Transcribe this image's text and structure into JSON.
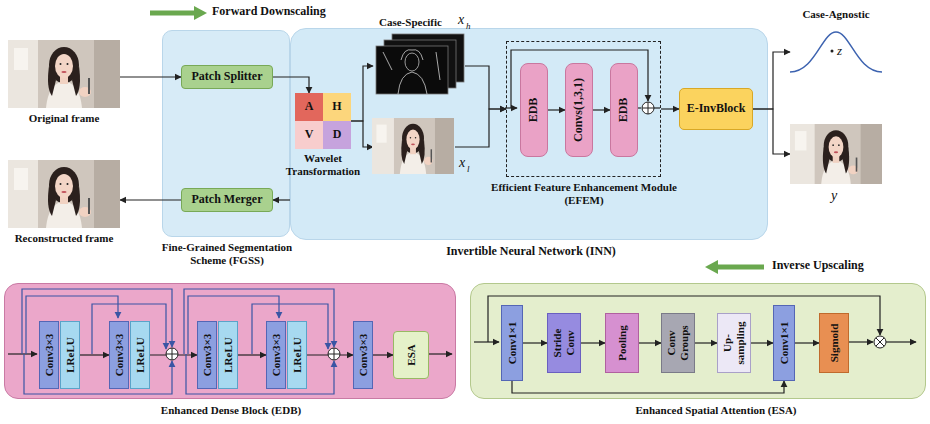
{
  "diagram": {
    "nodes": [
      {
        "text": [
          "Original frame"
        ]
      },
      {
        "text": [
          "Fine-Grained Segmentation Scheme (FGSS)"
        ]
      },
      {
        "text": [
          "Patch Splitter"
        ],
        "in": 1
      },
      {
        "text": [
          "Patch Merger"
        ],
        "in": 1
      },
      {
        "text": [
          "Reconstructed frame"
        ]
      },
      {
        "text": [
          "Invertible Neural Network (INN)"
        ]
      },
      {
        "text": [
          "Wavelet Transformation"
        ],
        "in": 5
      },
      {
        "text": [
          "A"
        ],
        "in": 6
      },
      {
        "text": [
          "H"
        ],
        "in": 6
      },
      {
        "text": [
          "V"
        ],
        "in": 6
      },
      {
        "text": [
          "D"
        ],
        "in": 6
      },
      {
        "text": [
          "Case-Specific",
          "x",
          "h"
        ],
        "in": 5
      },
      {
        "text": [
          "x",
          "l"
        ],
        "in": 5
      },
      {
        "text": [
          "Efficient Feature Enhancement Module (EFEM)"
        ],
        "in": 5
      },
      {
        "text": [
          "EDB"
        ],
        "in": 13
      },
      {
        "text": [
          "Convs(1,3,1)"
        ],
        "in": 13
      },
      {
        "text": [
          "EDB"
        ],
        "in": 13
      },
      {
        "text": [
          "E-InvBlock"
        ],
        "in": 5
      },
      {
        "text": [
          "Case-Agnostic",
          "z"
        ]
      },
      {
        "text": [
          "y"
        ]
      },
      {
        "text": [
          "Enhanced Dense Block (EDB)"
        ]
      },
      {
        "text": [
          "Conv3×3"
        ],
        "in": 20
      },
      {
        "text": [
          "LReLU"
        ],
        "in": 20
      },
      {
        "text": [
          "Conv3×3"
        ],
        "in": 20
      },
      {
        "text": [
          "LReLU"
        ],
        "in": 20
      },
      {
        "text": [
          "Conv3×3"
        ],
        "in": 20
      },
      {
        "text": [
          "LReLU"
        ],
        "in": 20
      },
      {
        "text": [
          "Conv3×3"
        ],
        "in": 20
      },
      {
        "text": [
          "LReLU"
        ],
        "in": 20
      },
      {
        "text": [
          "Conv3×3"
        ],
        "in": 20
      },
      {
        "text": [
          "ESA"
        ],
        "in": 20
      },
      {
        "text": [
          "Enhanced Spatial Attention (ESA)"
        ]
      },
      {
        "text": [
          "Conv1×1"
        ],
        "in": 31
      },
      {
        "text": [
          "Stride Conv"
        ],
        "in": 31
      },
      {
        "text": [
          "Pooling"
        ],
        "in": 31
      },
      {
        "text": [
          "Conv Groups"
        ],
        "in": 31
      },
      {
        "text": [
          "Up- sampling"
        ],
        "in": 31
      },
      {
        "text": [
          "Conv1×1"
        ],
        "in": 31
      },
      {
        "text": [
          "Sigmoid"
        ],
        "in": 31
      }
    ],
    "edges": [
      {
        "from": 0,
        "to": 2,
        "arrow": "to"
      },
      {
        "from": 2,
        "to": 6,
        "arrow": "to"
      },
      {
        "from": 6,
        "to": 11,
        "arrow": "to"
      },
      {
        "from": 6,
        "to": 12,
        "arrow": "to"
      },
      {
        "from": 11,
        "to": 13,
        "arrow": "to"
      },
      {
        "from": 12,
        "to": 13,
        "arrow": "to"
      },
      {
        "from": 14,
        "to": 15,
        "arrow": "to"
      },
      {
        "from": 15,
        "to": 16,
        "arrow": "to"
      },
      {
        "from": 13,
        "to": 17,
        "arrow": "to"
      },
      {
        "from": 17,
        "to": 18,
        "arrow": "to"
      },
      {
        "from": 17,
        "to": 19,
        "arrow": "to"
      },
      {
        "from": 5,
        "to": 3,
        "arrow": "to"
      },
      {
        "from": 3,
        "to": 4,
        "arrow": "to"
      },
      {
        "from": 22,
        "to": 23,
        "arrow": "to"
      },
      {
        "from": 24,
        "to": 25,
        "arrow": "to"
      },
      {
        "from": 26,
        "to": 27,
        "arrow": "to"
      },
      {
        "from": 28,
        "to": 29,
        "arrow": "to"
      },
      {
        "from": 29,
        "to": 30,
        "arrow": "to"
      },
      {
        "from": 32,
        "to": 33,
        "arrow": "to"
      },
      {
        "from": 33,
        "to": 34,
        "arrow": "to"
      },
      {
        "from": 34,
        "to": 35,
        "arrow": "to"
      },
      {
        "from": 35,
        "to": 36,
        "arrow": "to"
      },
      {
        "from": 36,
        "to": 37,
        "arrow": "to"
      },
      {
        "from": 37,
        "to": 38,
        "arrow": "to"
      },
      {
        "from": 32,
        "to": 37,
        "arrow": "to"
      }
    ],
    "labels": [
      "Forward Downscaling",
      "Inverse Upscaling"
    ]
  }
}
